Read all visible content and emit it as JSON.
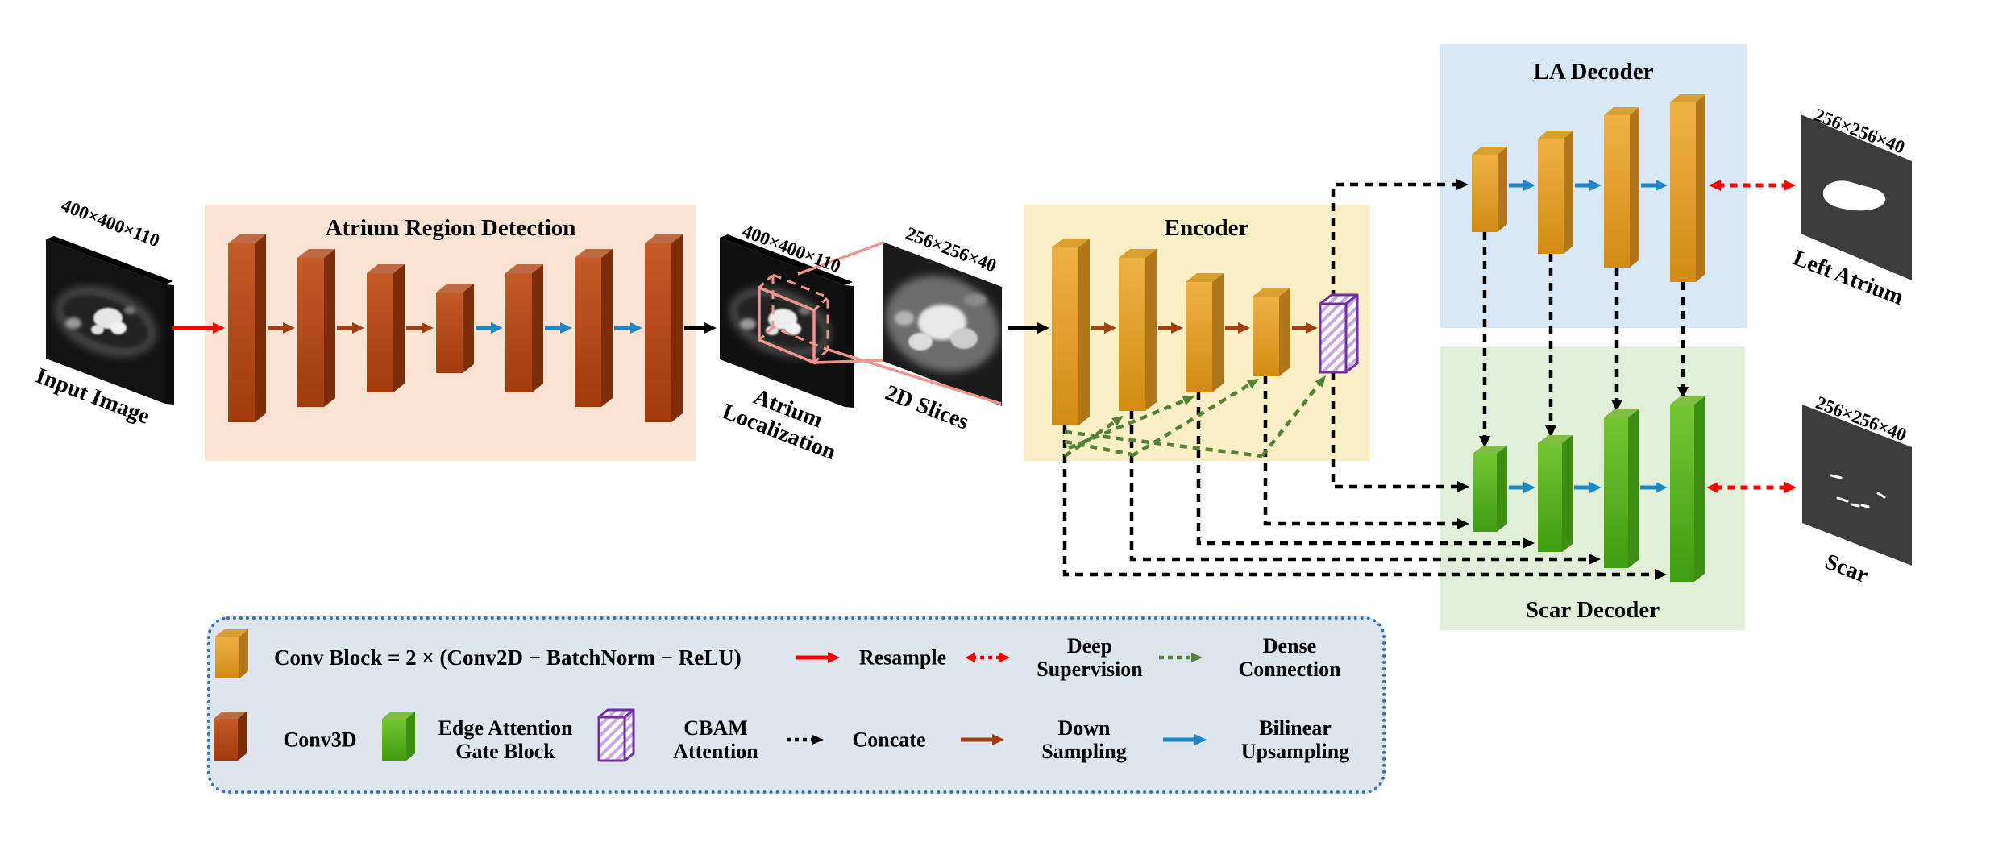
{
  "figure": {
    "description": "Two-stage cardiac MRI segmentation network: atrium region detection followed by a shared encoder with LA decoder and scar decoder"
  },
  "pipeline": {
    "input": {
      "dims": "400×400×110",
      "label": "Input Image"
    },
    "atrium_region_detection": {
      "title": "Atrium Region Detection",
      "num_conv3d_blocks": 7
    },
    "atrium_localization": {
      "dims": "400×400×110",
      "label": "Atrium\nLocalization"
    },
    "slices_2d": {
      "dims": "256×256×40",
      "label": "2D Slices"
    },
    "encoder": {
      "title": "Encoder",
      "num_conv_blocks": 4,
      "has_cbam_attention": true
    },
    "la_decoder": {
      "title": "LA Decoder",
      "num_conv_blocks": 4
    },
    "scar_decoder": {
      "title": "Scar Decoder",
      "num_edge_attention_blocks": 4
    },
    "left_atrium_output": {
      "dims": "256×256×40",
      "label": "Left Atrium"
    },
    "scar_output": {
      "dims": "256×256×40",
      "label": "Scar"
    }
  },
  "legend": {
    "conv_block": {
      "icon": "conv-block-cube-icon",
      "label": "Conv Block =  2 × (Conv2D − BatchNorm − ReLU)"
    },
    "resample": {
      "icon": "resample-arrow-icon",
      "label": "Resample"
    },
    "deep_supervision": {
      "icon": "deep-supervision-arrow-icon",
      "label": "Deep\nSupervision"
    },
    "dense_connection": {
      "icon": "dense-connection-arrow-icon",
      "label": "Dense\nConnection"
    },
    "conv3d": {
      "icon": "conv3d-cube-icon",
      "label": "Conv3D"
    },
    "edge_attention": {
      "icon": "edge-attention-cube-icon",
      "label": "Edge Attention\nGate Block"
    },
    "cbam": {
      "icon": "cbam-cube-icon",
      "label": "CBAM\nAttention"
    },
    "concate": {
      "icon": "concate-arrow-icon",
      "label": "Concate"
    },
    "down_sampling": {
      "icon": "down-sampling-arrow-icon",
      "label": "Down\nSampling"
    },
    "bilinear_upsampling": {
      "icon": "bilinear-upsampling-arrow-icon",
      "label": "Bilinear\nUpsampling"
    }
  },
  "colors": {
    "resample_red": "#FF0000",
    "down_sampling_brown": "#A33E12",
    "bilinear_blue": "#1E88C7",
    "dense_green": "#538135",
    "concate_black": "#000000",
    "projection_pink": "#F0948F",
    "conv3d_front_top": "#C55A26",
    "conv3d_front_bottom": "#A23A0B",
    "conv3d_top": "#BE6B44",
    "conv3d_side": "#7E2D0B",
    "conv_front_top": "#EFB045",
    "conv_front_bottom": "#D28C12",
    "conv_top": "#D9A02F",
    "conv_side": "#B0771A",
    "edge_front_top": "#74C631",
    "edge_front_bottom": "#3F9D10",
    "edge_top": "#7FBD45",
    "edge_side": "#3E8D15",
    "cbam_border": "#7030A0",
    "cbam_hatch": "#C9A6E4",
    "panel_atrium": "#FBE3D3",
    "panel_encoder": "#FBEFC5",
    "panel_la": "#D9E8F6",
    "panel_scar": "#E2EFD8",
    "legend_bg": "#DFE5EC",
    "legend_border": "#2E74B5",
    "mask_bg": "#3C3C3C"
  }
}
